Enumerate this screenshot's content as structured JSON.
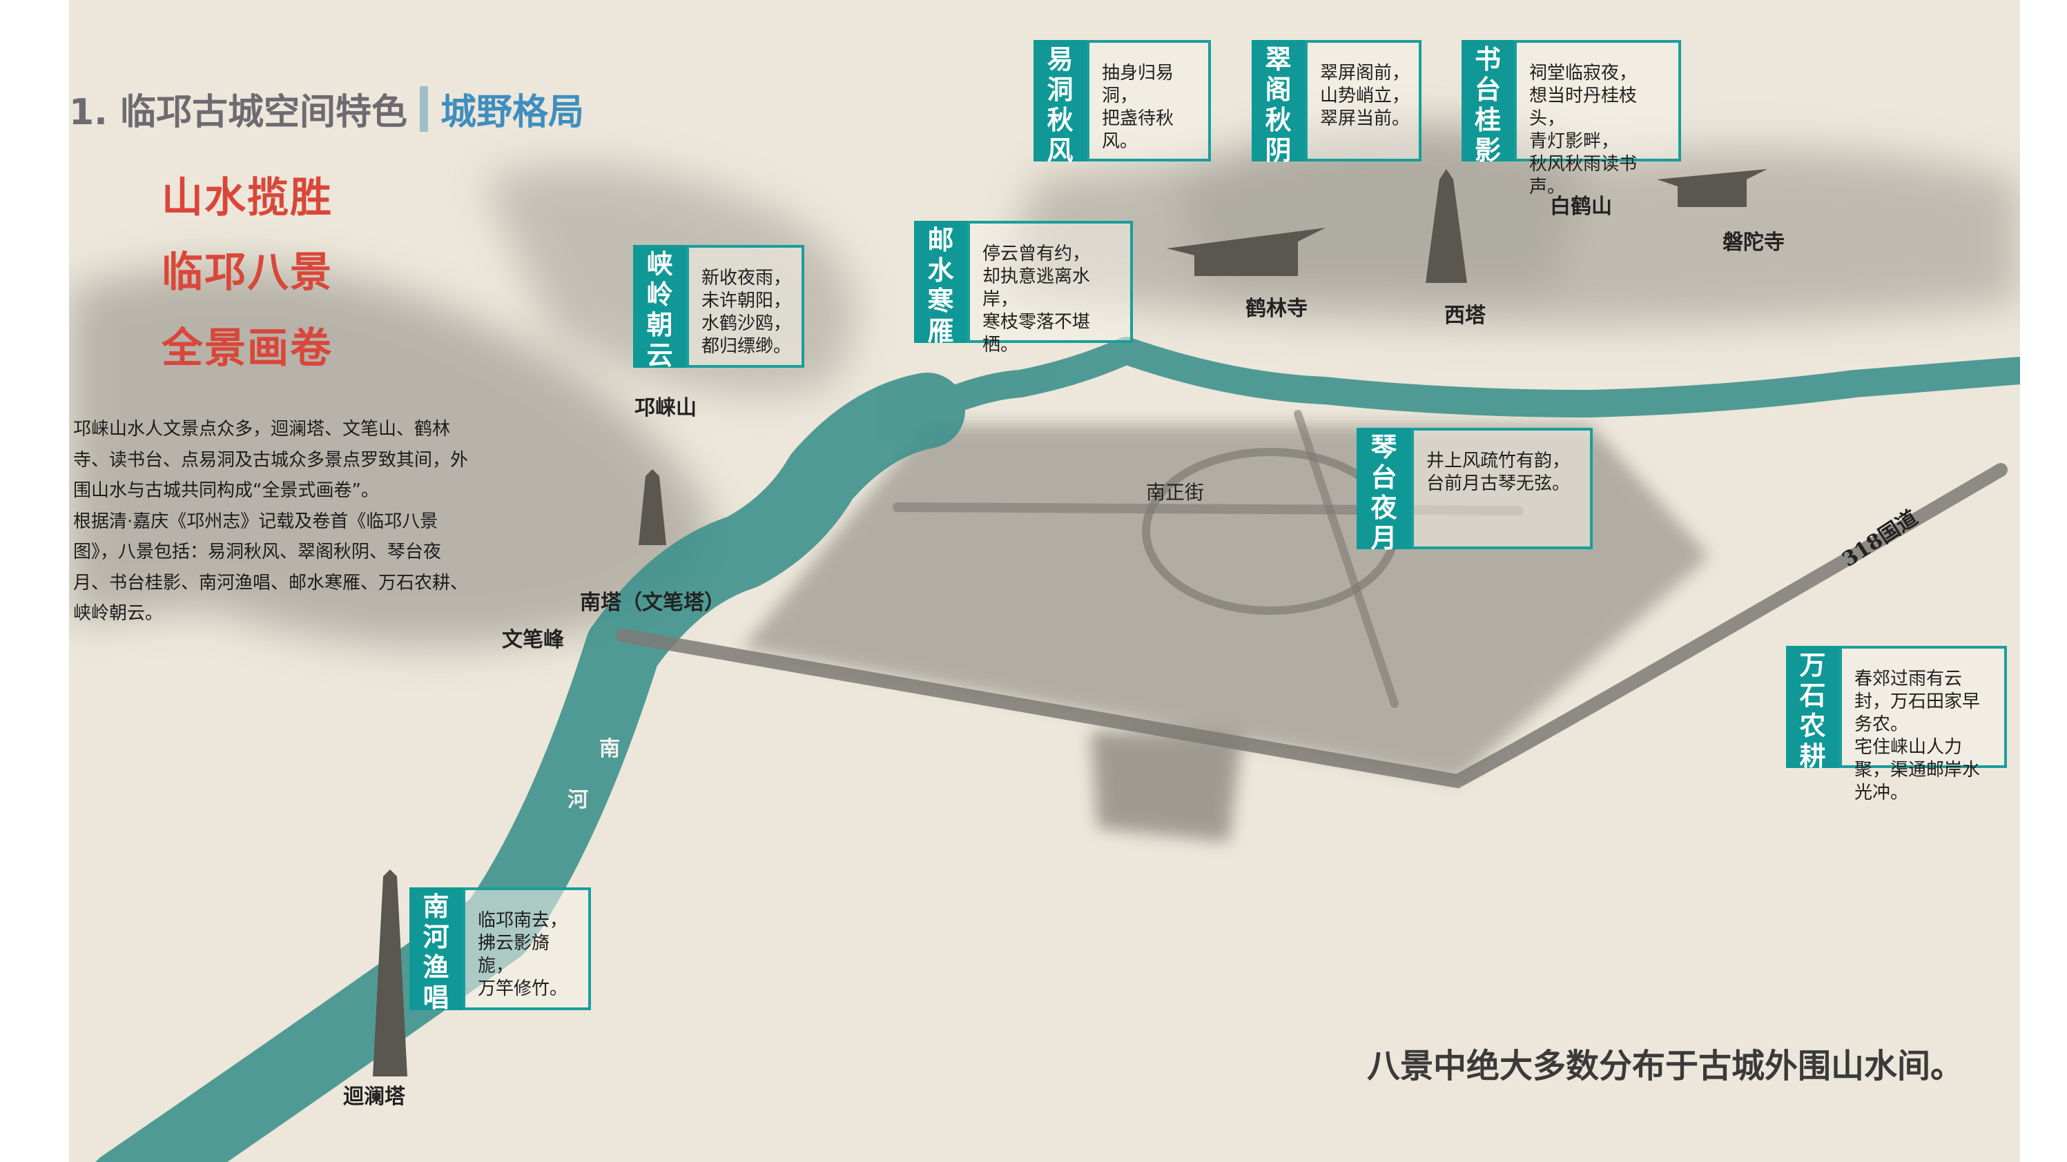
{
  "header": {
    "title": "1. 临邛古城空间特色",
    "subtitle": "城野格局"
  },
  "themes": [
    "山水揽胜",
    "临邛八景",
    "全景画卷"
  ],
  "description": [
    "邛崃山水人文景点众多，迴澜塔、文笔山、鹤林寺、读书台、点易洞及古城众多景点罗致其间，外围山水与古城共同构成“全景式画卷”。",
    "根据清·嘉庆《邛州志》记载及卷首《临邛八景图》，八景包括：易洞秋风、翠阁秋阴、琴台夜月、书台桂影、南河渔唱、邮水寒雁、万石农耕、峡岭朝云。"
  ],
  "scenes": [
    {
      "name": "易洞秋风",
      "chars": [
        "易",
        "洞",
        "秋",
        "风"
      ],
      "poem": [
        "抽身归易洞，",
        "把盏待秋风。"
      ]
    },
    {
      "name": "翠阁秋阴",
      "chars": [
        "翠",
        "阁",
        "秋",
        "阴"
      ],
      "poem": [
        "翠屏阁前，",
        "山势峭立，",
        "翠屏当前。"
      ]
    },
    {
      "name": "书台桂影",
      "chars": [
        "书",
        "台",
        "桂",
        "影"
      ],
      "poem": [
        "祠堂临寂夜，",
        "想当时丹桂枝头，",
        "青灯影畔，",
        "秋风秋雨读书声。"
      ]
    },
    {
      "name": "峡岭朝云",
      "chars": [
        "峡",
        "岭",
        "朝",
        "云"
      ],
      "poem": [
        "新收夜雨，",
        "未许朝阳，",
        "水鹤沙鸥，",
        "都归缥缈。"
      ]
    },
    {
      "name": "邮水寒雁",
      "chars": [
        "邮",
        "水",
        "寒",
        "雁"
      ],
      "poem": [
        "停云曾有约，",
        "却执意逃离水岸，",
        "寒枝零落不堪栖。"
      ]
    },
    {
      "name": "琴台夜月",
      "chars": [
        "琴",
        "台",
        "夜",
        "月"
      ],
      "poem": [
        "井上风疏竹有韵，",
        "台前月古琴无弦。"
      ]
    },
    {
      "name": "万石农耕",
      "chars": [
        "万",
        "石",
        "农",
        "耕"
      ],
      "poem": [
        "春郊过雨有云封，万石田家早务农。",
        "宅住崃山人力聚，渠通邮岸水光冲。"
      ]
    },
    {
      "name": "南河渔唱",
      "chars": [
        "南",
        "河",
        "渔",
        "唱"
      ],
      "poem": [
        "临邛南去，",
        "拂云影旖旎，",
        "万竿修竹。"
      ]
    }
  ],
  "map_labels": {
    "baiheshan": "白鹤山",
    "pantuosi": "磐陀寺",
    "helinsi": "鹤林寺",
    "xita": "西塔",
    "qionglaishan": "邛崃山",
    "nanta": "南塔（文笔塔）",
    "wenbifeng": "文笔峰",
    "nan": "南",
    "he": "河",
    "huilanta": "迴澜塔",
    "nanzhengjie": "南正街",
    "road318": "318国道"
  },
  "caption": "八景中绝大多数分布于古城外围山水间。",
  "colors": {
    "teal": "#0f9896",
    "red": "#d9473a",
    "title_gray": "#6e6a72",
    "title_blue": "#3f8ebf",
    "river": "#3f918d"
  }
}
